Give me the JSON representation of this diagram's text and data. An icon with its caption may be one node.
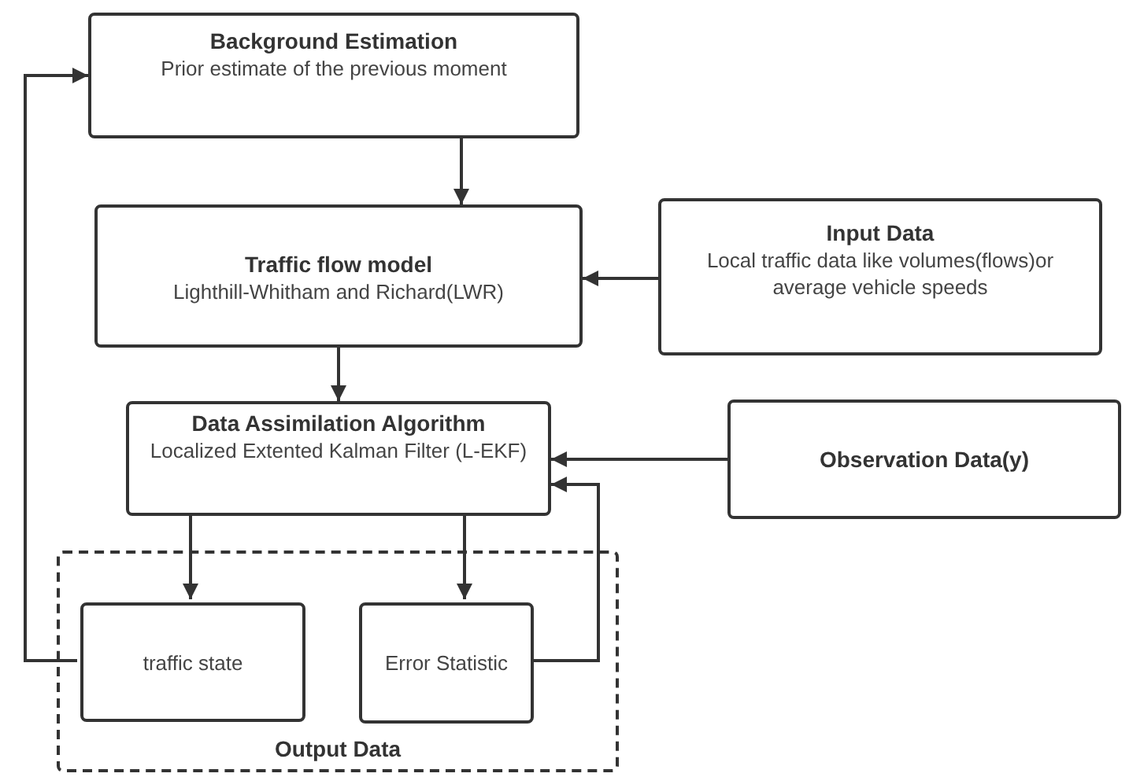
{
  "diagram": {
    "nodes": [
      {
        "text": [
          "Background Estimation",
          "Prior estimate of the previous moment"
        ]
      },
      {
        "text": [
          "Traffic flow model",
          "Lighthill-Whitham and Richard(LWR)"
        ]
      },
      {
        "text": [
          "Input Data",
          "Local traffic data like volumes(flows)or average vehicle speeds"
        ]
      },
      {
        "text": [
          "Data Assimilation Algorithm",
          "Localized Extented Kalman Filter (L-EKF)"
        ]
      },
      {
        "text": [
          "Observation Data(y)"
        ]
      },
      {
        "text": [
          "Output Data"
        ]
      },
      {
        "text": [
          "traffic state"
        ],
        "in": 5
      },
      {
        "text": [
          "Error Statistic"
        ],
        "in": 5
      }
    ],
    "edges": [
      {
        "from": 0,
        "to": 1,
        "arrow": "to"
      },
      {
        "from": 2,
        "to": 1,
        "arrow": "to"
      },
      {
        "from": 1,
        "to": 3,
        "arrow": "to"
      },
      {
        "from": 4,
        "to": 3,
        "arrow": "to"
      },
      {
        "from": 3,
        "to": 6,
        "arrow": "to"
      },
      {
        "from": 3,
        "to": 7,
        "arrow": "to"
      },
      {
        "from": 7,
        "to": 3,
        "arrow": "to"
      },
      {
        "from": 6,
        "to": 0,
        "arrow": "to"
      }
    ]
  }
}
